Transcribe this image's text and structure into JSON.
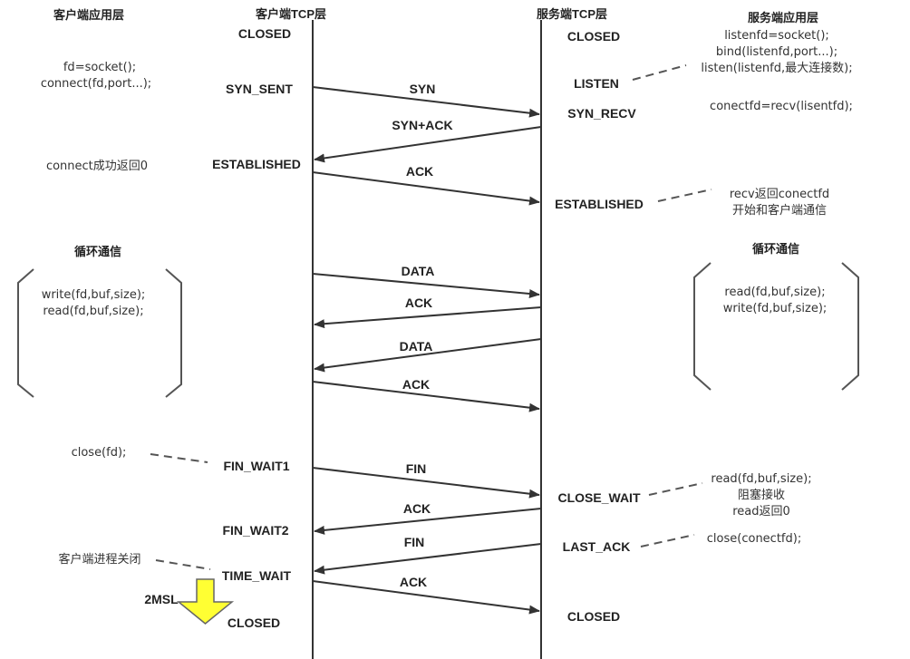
{
  "headers": {
    "client_app": "客户端应用层",
    "client_tcp": "客户端TCP层",
    "server_tcp": "服务端TCP层",
    "server_app": "服务端应用层"
  },
  "client_states": {
    "closed_top": "CLOSED",
    "syn_sent": "SYN_SENT",
    "established": "ESTABLISHED",
    "fin_wait1": "FIN_WAIT1",
    "fin_wait2": "FIN_WAIT2",
    "time_wait": "TIME_WAIT",
    "closed_bottom": "CLOSED"
  },
  "server_states": {
    "closed_top": "CLOSED",
    "listen": "LISTEN",
    "syn_recv": "SYN_RECV",
    "established": "ESTABLISHED",
    "close_wait": "CLOSE_WAIT",
    "last_ack": "LAST_ACK",
    "closed_bottom": "CLOSED"
  },
  "messages": {
    "syn": "SYN",
    "syn_ack": "SYN+ACK",
    "ack1": "ACK",
    "data1": "DATA",
    "ack2": "ACK",
    "data2": "DATA",
    "ack3": "ACK",
    "fin1": "FIN",
    "ack4": "ACK",
    "fin2": "FIN",
    "ack5": "ACK"
  },
  "client_app": {
    "connect_l1": "fd=socket();",
    "connect_l2": "connect(fd,port...);",
    "connect_ok": "connect成功返回0",
    "loop_title": "循环通信",
    "loop_l1": "write(fd,buf,size);",
    "loop_l2": "read(fd,buf,size);",
    "close": "close(fd);",
    "process_closed": "客户端进程关闭",
    "msl": "2MSL"
  },
  "server_app": {
    "listen_l1": "listenfd=socket();",
    "listen_l2": "bind(listenfd,port...);",
    "listen_l3": "listen(listenfd,最大连接数);",
    "recv": "conectfd=recv(lisentfd);",
    "recv_ret_l1": "recv返回conectfd",
    "recv_ret_l2": "开始和客户端通信",
    "loop_title": "循环通信",
    "loop_l1": "read(fd,buf,size);",
    "loop_l2": "write(fd,buf,size);",
    "read_l1": "read(fd,buf,size);",
    "read_l2": "阻塞接收",
    "read_l3": "read返回0",
    "close": "close(conectfd);"
  },
  "colors": {
    "arrow": "#333333",
    "down_arrow_fill": "#ffff33",
    "down_arrow_stroke": "#666666"
  }
}
